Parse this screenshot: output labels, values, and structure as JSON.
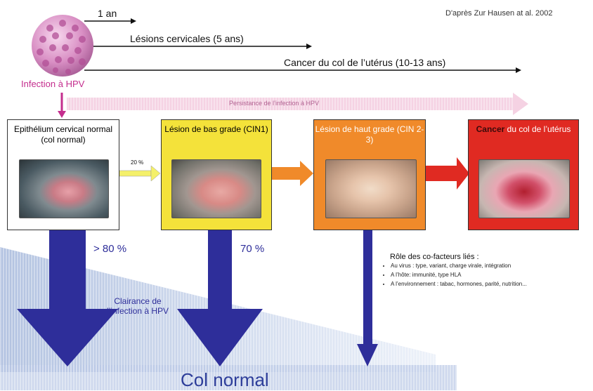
{
  "source_note": "D'après Zur Hausen at al. 2002",
  "timeline": {
    "t1": "1 an",
    "t2": "Lésions cervicales (5 ans)",
    "t3": "Cancer du col de l’utérus (10-13 ans)"
  },
  "infection_label": "Infection à HPV",
  "persistence_label": "Persistance de l’infection à HPV",
  "stages": [
    {
      "title": "Epithélium cervical normal (col normal)",
      "bg": "#ffffff"
    },
    {
      "title": "Lésion de bas grade (CIN1)",
      "bg": "#f4e23a"
    },
    {
      "title": "Lésion de haut grade (CIN 2-3)",
      "bg": "#f08a2a"
    },
    {
      "title_strong": "Cancer",
      "title_rest": " du col de l’utérus",
      "bg": "#e02a22"
    }
  ],
  "progression_pct": "20 %",
  "clearance": {
    "pct1": "> 80 %",
    "pct2": "70 %",
    "label": "Clairance de l’infection à HPV",
    "bottom_label": "Col normal"
  },
  "cofactors": {
    "title": "Rôle des co-facteurs liés :",
    "items": [
      "Au virus : type, variant, charge virale, intégration",
      "A l’hôte: immunité, type HLA",
      "A l’environnement : tabac, hormones, parité, nutrition..."
    ]
  },
  "colors": {
    "arrow_blue": "#2e2e9a",
    "magenta": "#c42e8e",
    "yellow": "#f4e23a",
    "orange": "#f08a2a",
    "red": "#e02a22"
  }
}
